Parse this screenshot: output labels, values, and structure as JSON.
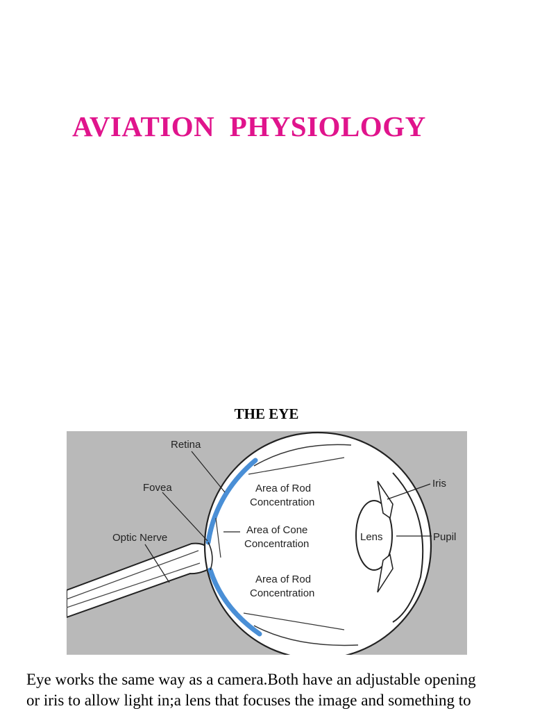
{
  "title": "AVIATION  PHYSIOLOGY",
  "section_heading": "THE EYE",
  "diagram": {
    "labels": {
      "retina": "Retina",
      "fovea": "Fovea",
      "optic_nerve": "Optic Nerve",
      "rod_top_1": "Area of Rod",
      "rod_top_2": "Concentration",
      "cone_1": "Area of Cone",
      "cone_2": "Concentration",
      "rod_bottom_1": "Area of Rod",
      "rod_bottom_2": "Concentration",
      "lens": "Lens",
      "iris": "Iris",
      "pupil": "Pupil"
    },
    "colors": {
      "background": "#b9b9b9",
      "retina": "#4a8fd6",
      "eyeball": "#ffffff"
    }
  },
  "body_lines": [
    "Eye works the same way as a camera.Both have an adjustable opening",
    "or iris to allow light in;a lens that focuses the image and something to"
  ],
  "colors": {
    "title": "#e0148c"
  }
}
